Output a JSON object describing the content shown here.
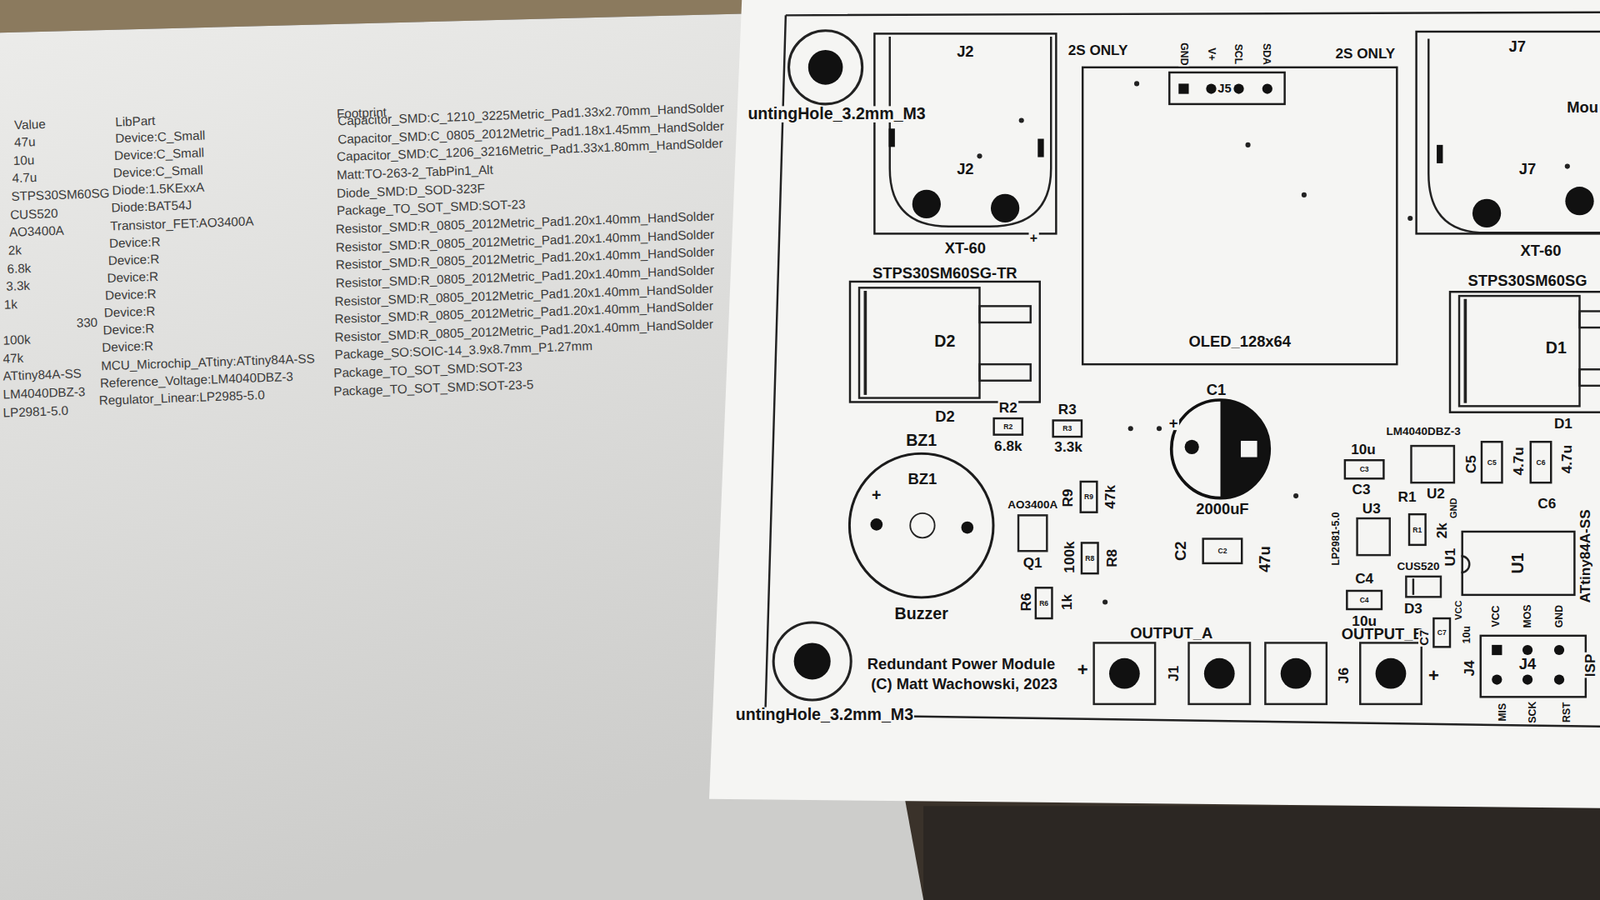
{
  "diagram": {
    "nodes": [
      {
        "text": [
          "J2",
          "J2"
        ]
      },
      {
        "text": [
          "OLED_128x64"
        ]
      },
      {
        "text": [
          "J5"
        ],
        "in": 1
      },
      {
        "text": [
          "J7",
          "J7"
        ]
      },
      {
        "text": [
          "D2"
        ]
      },
      {
        "text": [
          "D1"
        ]
      },
      {
        "text": [
          "R2"
        ]
      },
      {
        "text": [
          "R3"
        ]
      },
      {
        "text": [
          "C3"
        ]
      },
      {
        "text": [
          "C5"
        ]
      },
      {
        "text": [
          "C6"
        ]
      },
      {
        "text": [
          "BZ1"
        ]
      },
      {
        "text": [
          "R9"
        ]
      },
      {
        "text": [
          "R1"
        ]
      },
      {
        "text": [
          "C2"
        ]
      },
      {
        "text": [
          "R8"
        ]
      },
      {
        "text": [
          "U1"
        ]
      },
      {
        "text": [
          "C4"
        ]
      },
      {
        "text": [
          "R6"
        ]
      },
      {
        "text": [
          "C7"
        ]
      },
      {
        "text": [
          "J4"
        ]
      }
    ],
    "labels": [
      "Value",
      "LibPart",
      "Footprint",
      "47u",
      "Device:C_Small",
      "Capacitor_SMD:C_1210_3225Metric_Pad1.33x2.70mm_HandSolder",
      "10u",
      "Device:C_Small",
      "Capacitor_SMD:C_0805_2012Metric_Pad1.18x1.45mm_HandSolder",
      "4.7u",
      "Device:C_Small",
      "Capacitor_SMD:C_1206_3216Metric_Pad1.33x1.80mm_HandSolder",
      "STPS30SM60SG",
      "Diode:1.5KExxA",
      "Matt:TO-263-2_TabPin1_Alt",
      "CUS520",
      "Diode:BAT54J",
      "Diode_SMD:D_SOD-323F",
      "AO3400A",
      "Transistor_FET:AO3400A",
      "Package_TO_SOT_SMD:SOT-23",
      "2k",
      "Device:R",
      "Resistor_SMD:R_0805_2012Metric_Pad1.20x1.40mm_HandSolder",
      "6.8k",
      "Device:R",
      "Resistor_SMD:R_0805_2012Metric_Pad1.20x1.40mm_HandSolder",
      "3.3k",
      "Device:R",
      "Resistor_SMD:R_0805_2012Metric_Pad1.20x1.40mm_HandSolder",
      "1k",
      "Device:R",
      "Resistor_SMD:R_0805_2012Metric_Pad1.20x1.40mm_HandSolder",
      "330",
      "Device:R",
      "Resistor_SMD:R_0805_2012Metric_Pad1.20x1.40mm_HandSolder",
      "100k",
      "Device:R",
      "Resistor_SMD:R_0805_2012Metric_Pad1.20x1.40mm_HandSolder",
      "47k",
      "Device:R",
      "Resistor_SMD:R_0805_2012Metric_Pad1.20x1.40mm_HandSolder",
      "ATtiny84A-SS",
      "MCU_Microchip_ATtiny:ATtiny84A-SS",
      "Package_SO:SOIC-14_3.9x8.7mm_P1.27mm",
      "LM4040DBZ-3",
      "Reference_Voltage:LM4040DBZ-3",
      "Package_TO_SOT_SMD:SOT-23",
      "LP2981-5.0",
      "Regulator_Linear:LP2985-5.0",
      "Package_TO_SOT_SMD:SOT-23-5",
      "2S ONLY",
      "GND",
      "V+",
      "SCL",
      "SDA",
      "2S ONLY",
      "untingHole_3.2mm_M3",
      "+",
      "XT-60",
      "STPS30SM60SG-TR",
      "D2",
      "R2",
      "R3",
      "6.8k",
      "3.3k",
      "BZ1",
      "+",
      "Buzzer",
      "AO3400A",
      "Q1",
      "R9",
      "47k",
      "100k",
      "R8",
      "R6",
      "1k",
      "C1",
      "+",
      "2000uF",
      "C2",
      "47u",
      "LM4040DBZ-3",
      "10u",
      "C3",
      "U2",
      "R1",
      "C5",
      "4.7u",
      "4.7u",
      "C6",
      "D1",
      "LP2981-5.0",
      "U3",
      "2k",
      "GND",
      "CUS520",
      "U1",
      "ATtiny84A-SS",
      "C4",
      "10u",
      "D3",
      "OUTPUT_A",
      "OUTPUT_B",
      "+",
      "J1",
      "J6",
      "+",
      "C7",
      "10u",
      "VCC",
      "VCC",
      "MOS",
      "GND",
      "J4",
      "MIS",
      "SCK",
      "RST",
      "ISP",
      "Redundant Power Module",
      "(C) Matt Wachowski, 2023",
      "untingHole_3.2mm_M3",
      "Mou",
      "XT-60",
      "STPS30SM60SG"
    ]
  }
}
